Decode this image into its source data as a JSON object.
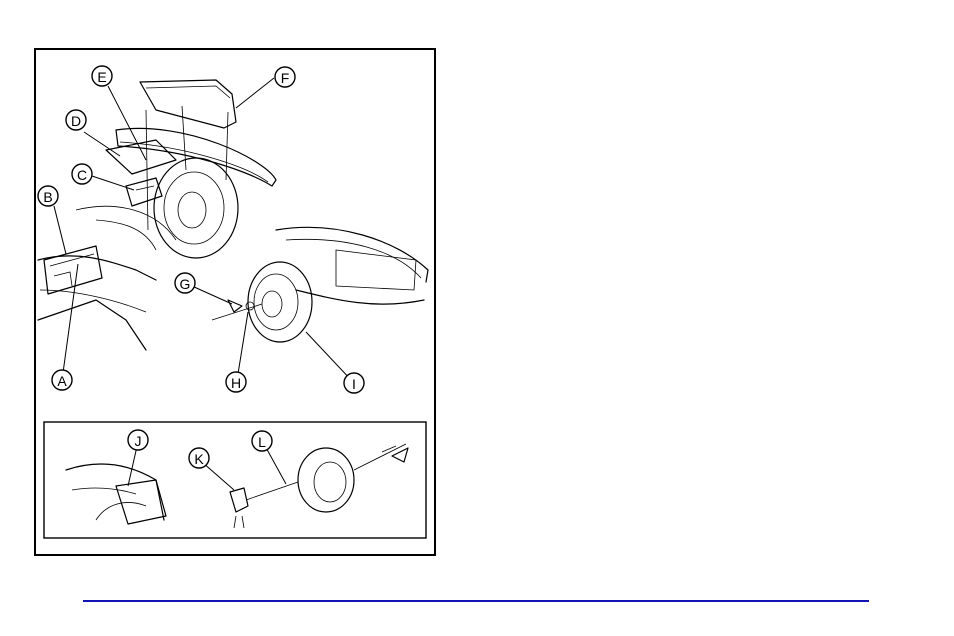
{
  "figure": {
    "callouts": [
      "A",
      "B",
      "C",
      "D",
      "E",
      "F",
      "G",
      "H",
      "I",
      "J",
      "K",
      "L"
    ]
  },
  "colors": {
    "rule": "#1414b4",
    "ink": "#000000"
  }
}
